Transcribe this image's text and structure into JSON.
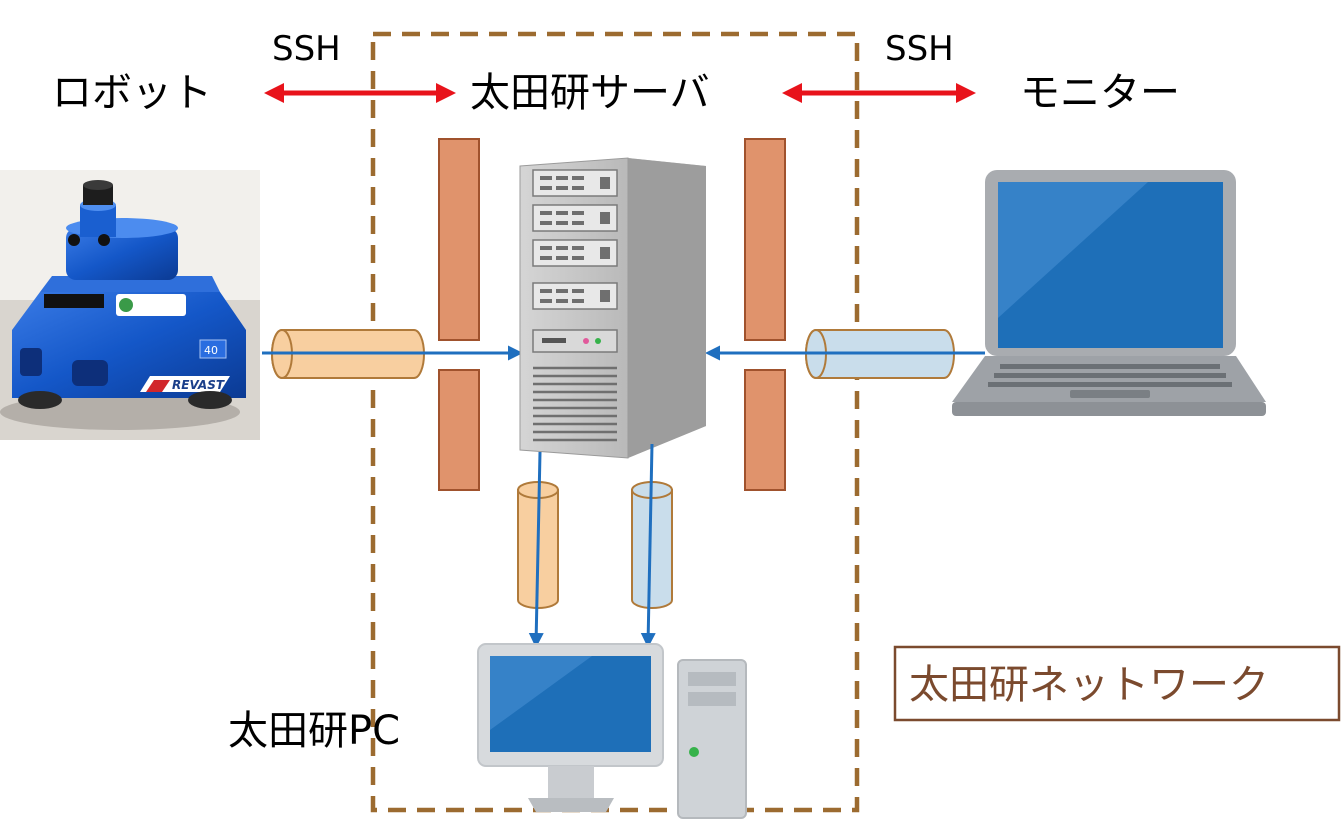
{
  "labels": {
    "robot": "ロボット",
    "server": "太田研サーバ",
    "monitor": "モニター",
    "pc": "太田研PC",
    "network": "太田研ネットワーク",
    "ssh_left": "SSH",
    "ssh_right": "SSH"
  },
  "robot_photo": {
    "brand_text": "REVAST",
    "tag_text": "40"
  },
  "colors": {
    "network_border": "#9C6B30",
    "network_text": "#7B4A2E",
    "ssh_arrow": "#E8131B",
    "data_arrow": "#1F6FBF",
    "tunnel_orange_fill": "#F8CFA0",
    "tunnel_blue_fill": "#C9DDEB",
    "tunnel_stroke": "#B07A3A",
    "firewall_fill": "#E0936C",
    "firewall_stroke": "#A0522D",
    "screen_blue": "#1E6FB8"
  },
  "icons": {
    "server": "server-tower-icon",
    "laptop": "laptop-icon",
    "desktop": "desktop-pc-icon",
    "robot": "robot-photo"
  }
}
